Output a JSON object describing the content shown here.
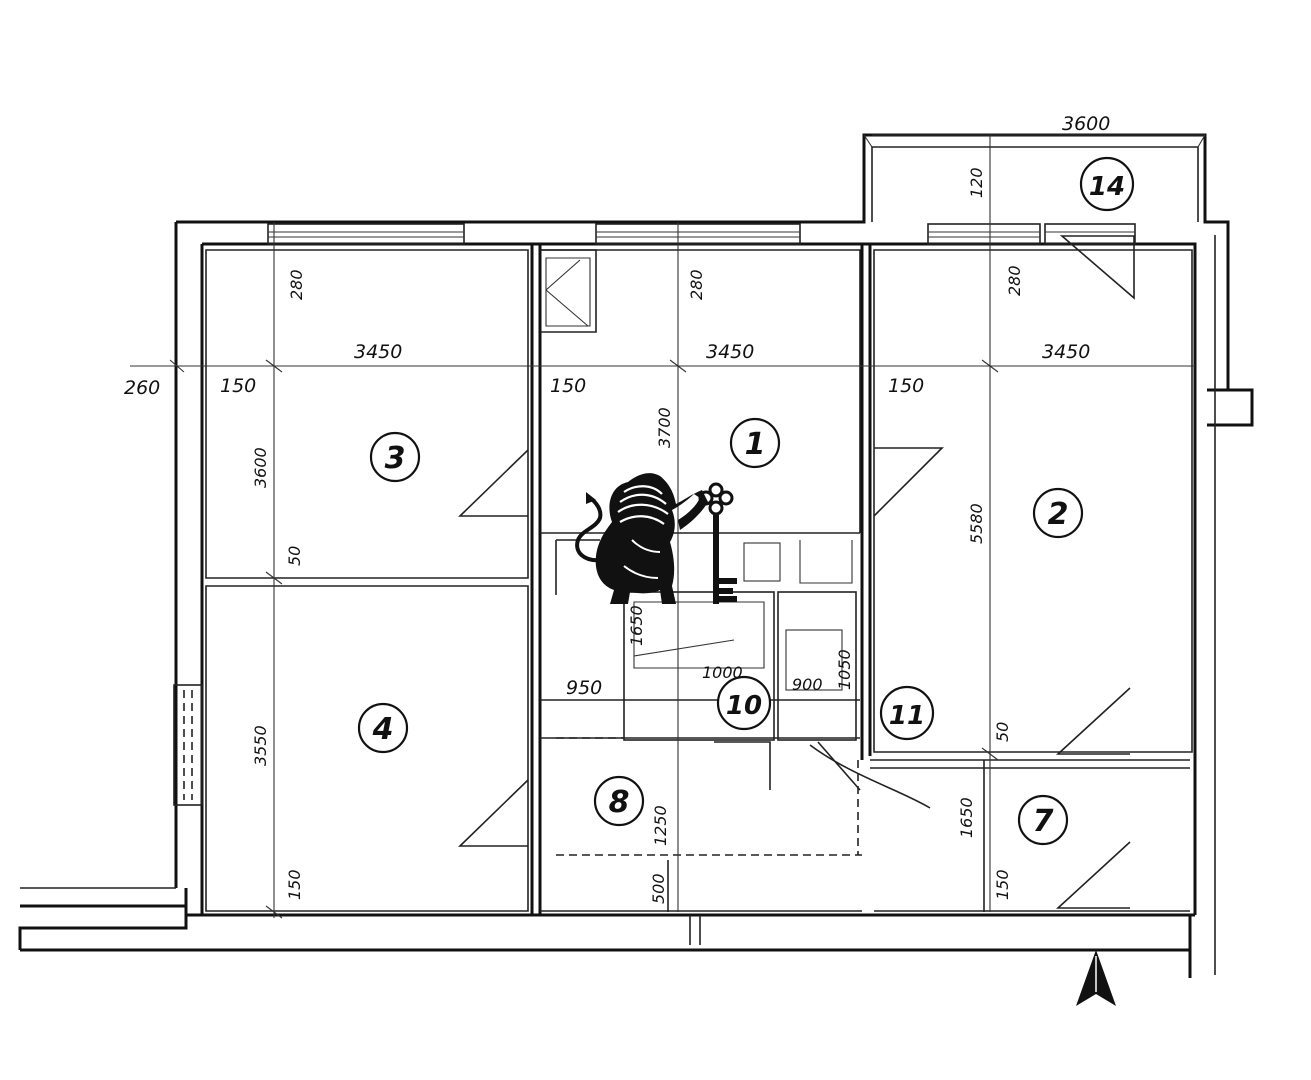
{
  "rooms": {
    "r1": "1",
    "r2": "2",
    "r3": "3",
    "r4": "4",
    "r7": "7",
    "r8": "8",
    "r10": "10",
    "r11": "11",
    "r14": "14"
  },
  "dimensions": {
    "balcony_width": "3600",
    "balcony_depth": "120",
    "wall_260": "260",
    "top_280_a": "280",
    "top_280_b": "280",
    "top_280_c": "280",
    "width_3450_a": "3450",
    "width_3450_b": "3450",
    "width_3450_c": "3450",
    "offset_150_a": "150",
    "offset_150_b": "150",
    "offset_150_c": "150",
    "h_3600": "3600",
    "h_3700": "3700",
    "h_5580": "5580",
    "h_3550": "3550",
    "v_50_a": "50",
    "v_50_b": "50",
    "v_150_a": "150",
    "v_150_b": "150",
    "h_1650_a": "1650",
    "h_1650_b": "1650",
    "w_1250": "1250",
    "w_950": "950",
    "w_500": "500",
    "w_1000": "1000",
    "w_900": "900",
    "w_1050": "1050"
  },
  "icons": {
    "logo": "lion-with-key-logo",
    "north": "north-arrow-icon"
  },
  "colors": {
    "line": "#111111",
    "paper": "#ffffff"
  }
}
